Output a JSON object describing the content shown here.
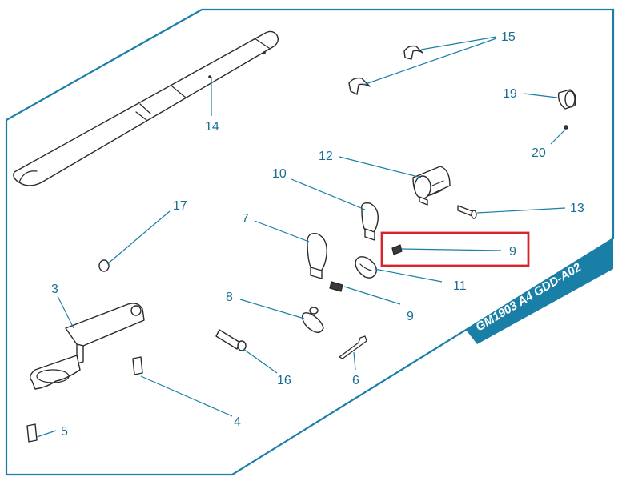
{
  "colors": {
    "frame": "#1a7fa6",
    "callout_text": "#1a6e93",
    "leader": "#1a7fa6",
    "banner_bg": "#1a7fa6",
    "banner_text": "#ffffff",
    "highlight": "#d7262b"
  },
  "model_code": "GM1903 A4 GDD-A02",
  "highlighted_part": "9",
  "parts": [
    {
      "id": "part-14",
      "label": "14",
      "icon": "barrel-handguard"
    },
    {
      "id": "part-15",
      "label": "15",
      "icon": "handguard-clip"
    },
    {
      "id": "part-19",
      "label": "19",
      "icon": "sleeve-ring"
    },
    {
      "id": "part-20",
      "label": "20",
      "icon": "small-pin"
    },
    {
      "id": "part-12",
      "label": "12",
      "icon": "barrel-band-upper"
    },
    {
      "id": "part-13",
      "label": "13",
      "icon": "band-screw"
    },
    {
      "id": "part-10",
      "label": "10",
      "icon": "barrel-band"
    },
    {
      "id": "part-7",
      "label": "7",
      "icon": "lower-band"
    },
    {
      "id": "part-9-highlighted",
      "label": "9",
      "icon": "small-screw"
    },
    {
      "id": "part-11",
      "label": "11",
      "icon": "sling-swivel"
    },
    {
      "id": "part-9",
      "label": "9",
      "icon": "small-screw"
    },
    {
      "id": "part-17",
      "label": "17",
      "icon": "nut"
    },
    {
      "id": "part-3",
      "label": "3",
      "icon": "trigger-guard-magazine"
    },
    {
      "id": "part-8",
      "label": "8",
      "icon": "sling-swivel-rear"
    },
    {
      "id": "part-16",
      "label": "16",
      "icon": "guard-screw"
    },
    {
      "id": "part-6",
      "label": "6",
      "icon": "spring-clip"
    },
    {
      "id": "part-4",
      "label": "4",
      "icon": "screw"
    },
    {
      "id": "part-5",
      "label": "5",
      "icon": "screw"
    }
  ]
}
